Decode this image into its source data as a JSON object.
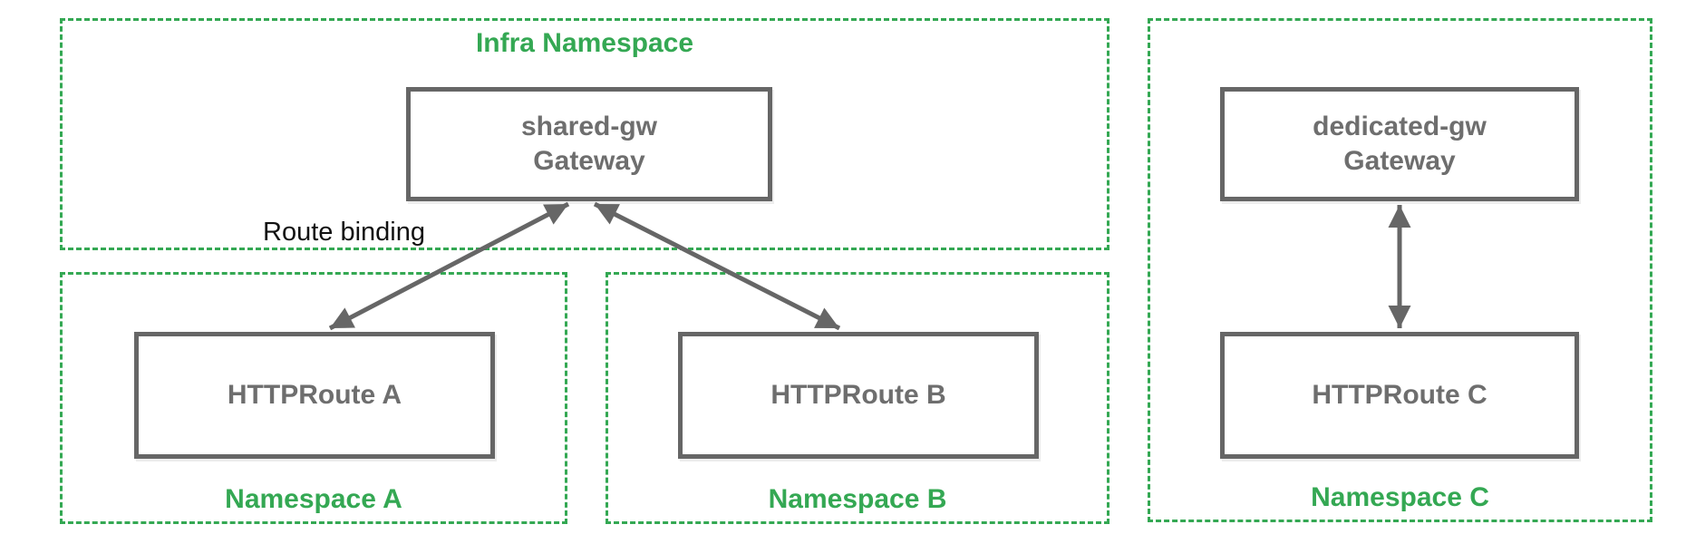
{
  "colors": {
    "green": "#34A853",
    "gray_border": "#666666",
    "gray_text": "#6e6e6e",
    "arrow": "#666666",
    "label_black": "#111111"
  },
  "infra_namespace": {
    "label": "Infra Namespace",
    "gateway_line1": "shared-gw",
    "gateway_line2": "Gateway"
  },
  "namespace_a": {
    "label": "Namespace A",
    "route": "HTTPRoute A"
  },
  "namespace_b": {
    "label": "Namespace B",
    "route": "HTTPRoute B"
  },
  "namespace_c": {
    "label": "Namespace C",
    "gateway_line1": "dedicated-gw",
    "gateway_line2": "Gateway",
    "route": "HTTPRoute C"
  },
  "route_binding_label": "Route binding"
}
